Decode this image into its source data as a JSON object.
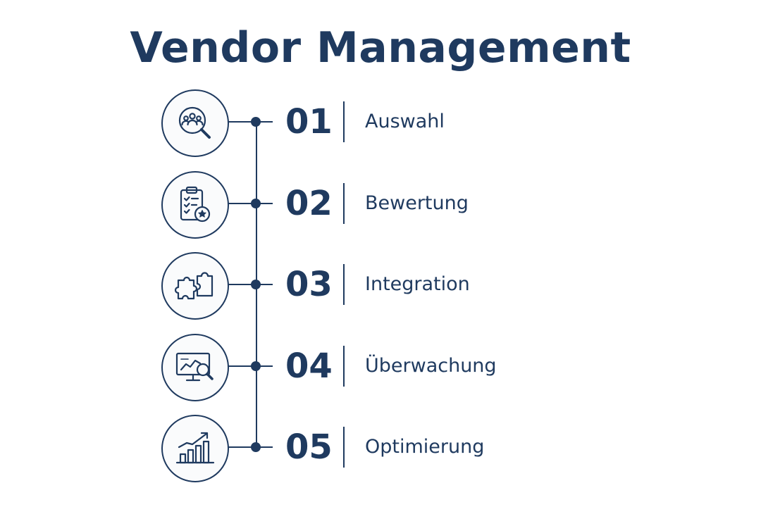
{
  "title": "Vendor Management",
  "colors": {
    "primary": "#1f3a5f",
    "background": "#ffffff"
  },
  "steps": [
    {
      "number": "01",
      "label": "Auswahl",
      "icon": "people-search-icon"
    },
    {
      "number": "02",
      "label": "Bewertung",
      "icon": "clipboard-star-icon"
    },
    {
      "number": "03",
      "label": "Integration",
      "icon": "puzzle-icon"
    },
    {
      "number": "04",
      "label": "Überwachung",
      "icon": "monitor-analytics-icon"
    },
    {
      "number": "05",
      "label": "Optimierung",
      "icon": "growth-chart-icon"
    }
  ]
}
